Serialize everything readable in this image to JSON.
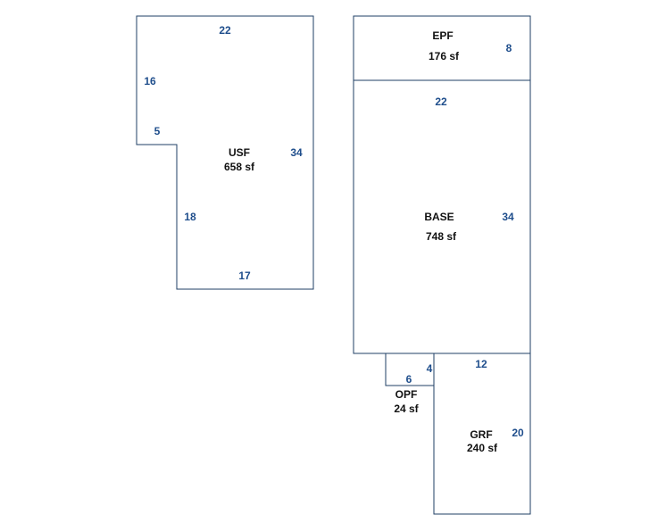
{
  "colors": {
    "outline": "#1f3f66",
    "dimension_text": "#1f4e8c",
    "label_text": "#111111",
    "background": "#ffffff"
  },
  "areas": {
    "usf": {
      "name": "USF",
      "area": "658 sf",
      "dims": {
        "top": "22",
        "left_upper": "16",
        "notch": "5",
        "right": "34",
        "left_lower": "18",
        "bottom": "17"
      }
    },
    "epf": {
      "name": "EPF",
      "area": "176 sf",
      "dims": {
        "right": "8"
      }
    },
    "base": {
      "name": "BASE",
      "area": "748 sf",
      "dims": {
        "top": "22",
        "right": "34"
      }
    },
    "opf": {
      "name": "OPF",
      "area": "24 sf",
      "dims": {
        "right": "4",
        "bottom": "6"
      }
    },
    "grf": {
      "name": "GRF",
      "area": "240 sf",
      "dims": {
        "top": "12",
        "right": "20"
      }
    }
  }
}
